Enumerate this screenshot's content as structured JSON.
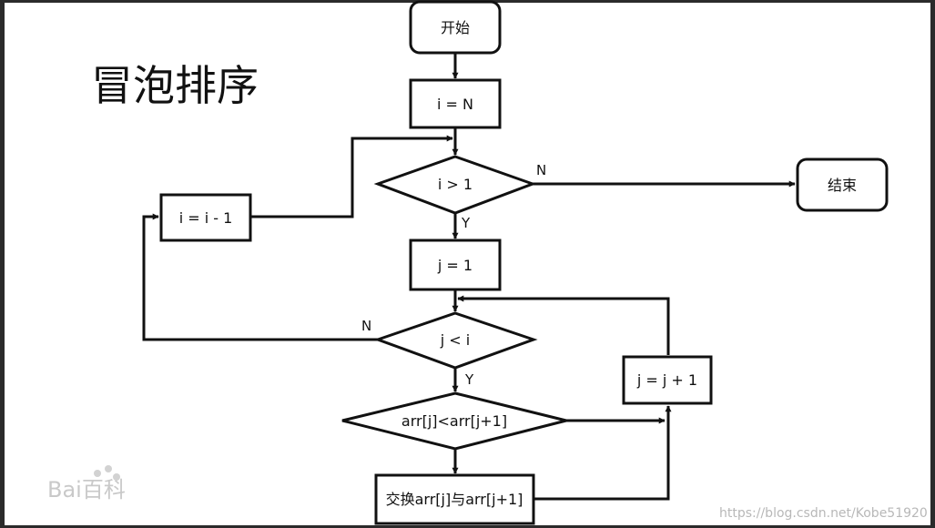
{
  "title": "冒泡排序",
  "nodes": {
    "start": "开始",
    "init_i": "i = N",
    "cond_i": "i > 1",
    "end": "结束",
    "dec_i": "i = i - 1",
    "init_j": "j = 1",
    "cond_j": "j < i",
    "compare": "arr[j]<arr[j+1]",
    "swap": "交换arr[j]与arr[j+1]",
    "inc_j": "j = j + 1"
  },
  "edge_labels": {
    "cond_i_no": "N",
    "cond_i_yes": "Y",
    "cond_j_no": "N",
    "cond_j_yes": "Y"
  },
  "watermark": {
    "logo_text": "Bai百科",
    "url": "https://blog.csdn.net/Kobe51920"
  },
  "colors": {
    "stroke": "#111111",
    "background": "#ffffff",
    "frame": "#2b2b2b",
    "watermark": "#c9c9c9"
  }
}
